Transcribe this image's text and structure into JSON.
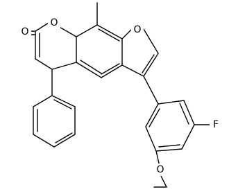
{
  "molecule": {
    "atoms": {
      "carbonyl_o": "O",
      "pyran_o": "O",
      "furan_o": "O",
      "fluorine": "F",
      "methoxy_o": "O"
    }
  }
}
